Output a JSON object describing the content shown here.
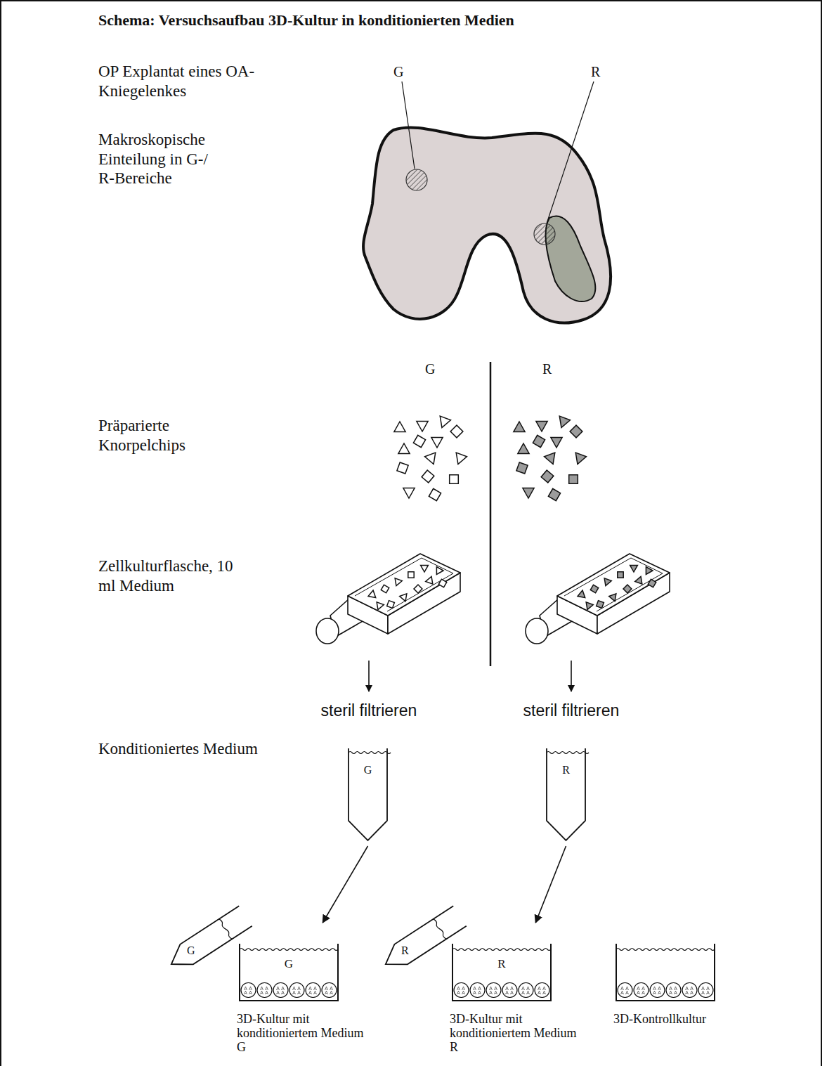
{
  "diagram": {
    "title": "Schema: Versuchsaufbau 3D-Kultur in konditionierten Medien",
    "nodes": [
      {
        "text": [
          "G"
        ]
      },
      {
        "text": [
          "R"
        ]
      },
      {
        "text": [
          "G"
        ]
      },
      {
        "text": [
          "G",
          "3D-Kultur mit konditioniertem Medium G"
        ]
      },
      {
        "text": [
          "R"
        ]
      },
      {
        "text": [
          "R",
          "3D-Kultur mit konditioniertem Medium R"
        ]
      },
      {
        "text": [
          "3D-Kontrollkultur"
        ]
      }
    ],
    "edges": [
      {
        "from": 0,
        "to": 3,
        "arrow": "to"
      },
      {
        "from": 1,
        "to": 5,
        "arrow": "to"
      }
    ],
    "labels": [
      "OP Explantat eines OA-Kniegelenkes",
      "G",
      "R",
      "Makroskopische Einteilung in G-/ R-Bereiche",
      "G",
      "R",
      "Präparierte Knorpelchips",
      "Zellkulturflasche, 10 ml Medium",
      "steril filtrieren",
      "steril filtrieren",
      "Konditioniertes Medium"
    ]
  }
}
